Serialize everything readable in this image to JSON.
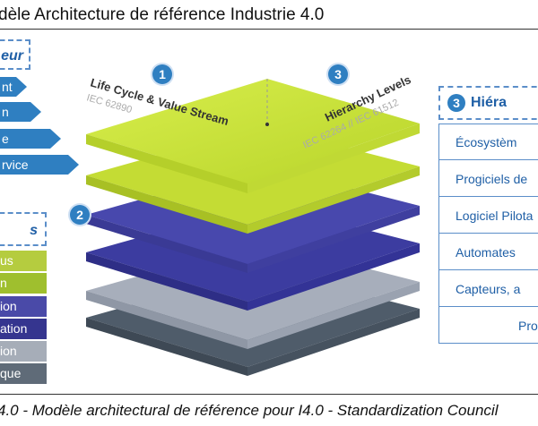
{
  "title": "dèle Architecture de référence Industrie 4.0",
  "caption": "4.0 - Modèle architectural de référence pour I4.0 - Standardization Council",
  "value_stream": {
    "header": "eur",
    "items": [
      "nt",
      "n",
      "e",
      "rvice"
    ]
  },
  "hierarchy_left": {
    "header": "s",
    "items": [
      {
        "label": "us",
        "color": "#b5cc3f"
      },
      {
        "label": "n",
        "color": "#9fbf2e"
      },
      {
        "label": "ion",
        "color": "#4a4aa8"
      },
      {
        "label": "ation",
        "color": "#35358f"
      },
      {
        "label": "ion",
        "color": "#a6adb8"
      },
      {
        "label": "que",
        "color": "#5f6b78"
      }
    ]
  },
  "cube": {
    "axis1_num": "1",
    "axis1_label": "Life Cycle & Value Stream",
    "axis1_std": "IEC 62890",
    "axis2_num": "2",
    "axis3_num": "3",
    "axis3_label": "Hierarchy Levels",
    "axis3_std": "IEC 62264 // IEC 61512"
  },
  "hierarchy_right": {
    "num": "3",
    "header": "Hiéra",
    "items": [
      "Écosystèm",
      "Progiciels de",
      "Logiciel Pilota",
      "Automates",
      "Capteurs, a",
      "Pro"
    ]
  }
}
